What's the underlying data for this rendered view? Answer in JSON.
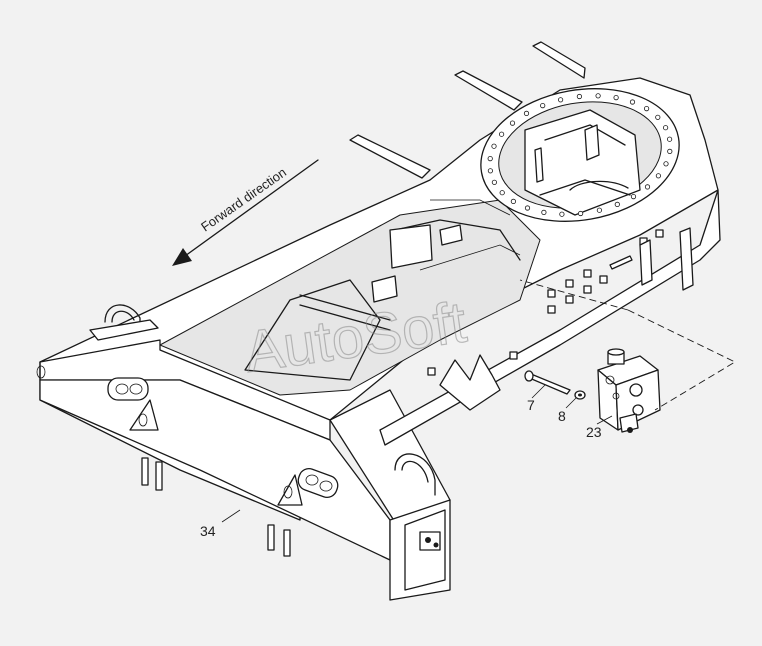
{
  "direction_label": "Forward direction",
  "watermark": "AutoSoft",
  "callouts": [
    {
      "id": "callout-7",
      "text": "7"
    },
    {
      "id": "callout-8",
      "text": "8"
    },
    {
      "id": "callout-23",
      "text": "23"
    },
    {
      "id": "callout-34",
      "text": "34"
    }
  ],
  "icons": [
    "forward-arrow-icon"
  ],
  "colors": {
    "background": "#f2f2f2",
    "line": "#1a1a1a",
    "fill": "#ffffff"
  }
}
